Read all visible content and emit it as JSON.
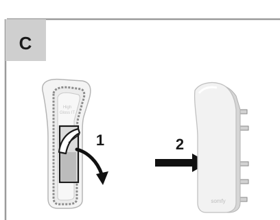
{
  "panel": {
    "badge_letter": "C"
  },
  "steps": [
    {
      "label": "1"
    },
    {
      "label": "2"
    }
  ],
  "device": {
    "brand_text": "somfy",
    "inner_emboss_text": "High\nGloss\nIT"
  },
  "colors": {
    "frame": "#9a9a9a",
    "badge_fill": "#cfcfcf",
    "outline": "#1a1a1a",
    "arrow": "#111111",
    "device_fill": "#f2f2f2",
    "device_shadow": "#cfcfcf"
  }
}
